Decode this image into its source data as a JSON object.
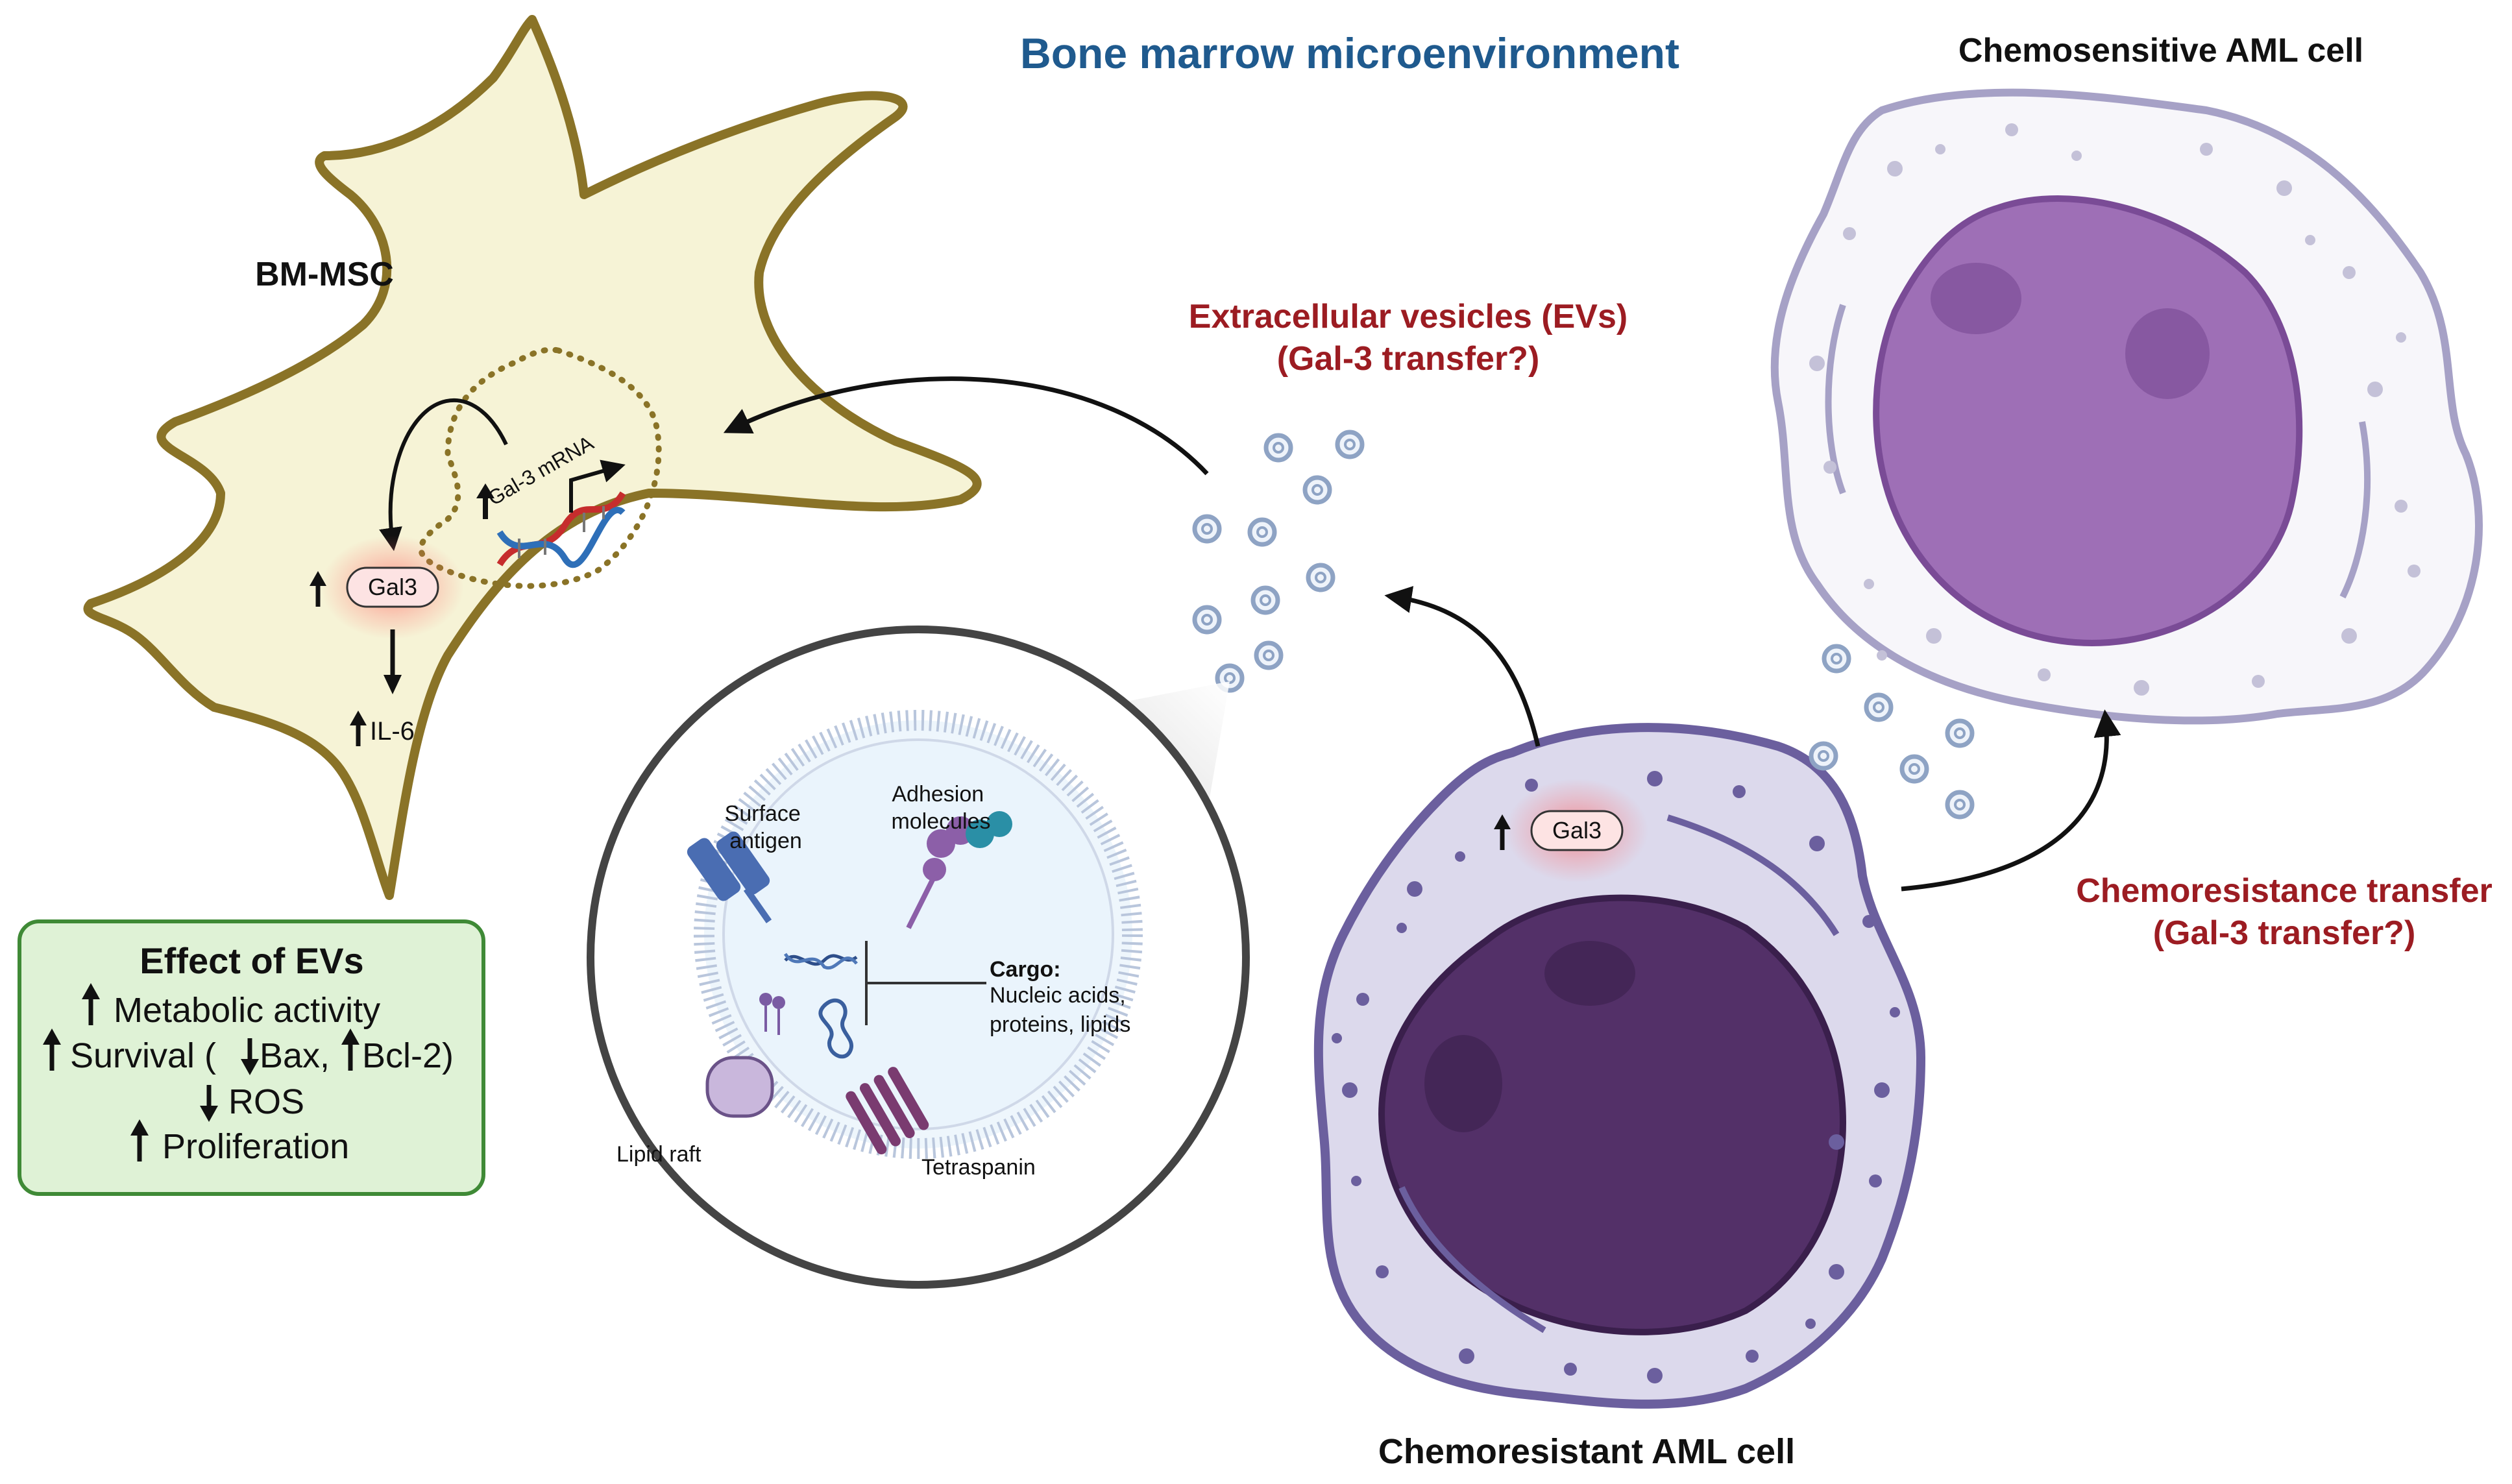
{
  "title": "Bone marrow microenvironment",
  "cells": {
    "msc": "BM-MSC",
    "sensitive": "Chemosensitive AML cell",
    "resistant": "Chemoresistant AML cell"
  },
  "msc_labels": {
    "mrna": "Gal-3 mRNA",
    "gal3": "Gal3",
    "il6": "IL-6"
  },
  "resistant_labels": {
    "gal3": "Gal3"
  },
  "evs": {
    "line1": "Extracellular vesicles (EVs)",
    "line2": "(Gal-3 transfer?)"
  },
  "transfer": {
    "line1": "Chemoresistance transfer",
    "line2": "(Gal-3 transfer?)"
  },
  "vesicle": {
    "surface_antigen": [
      "Surface",
      "antigen"
    ],
    "adhesion": [
      "Adhesion",
      "molecules"
    ],
    "cargo_title": "Cargo:",
    "cargo_lines": [
      "Nucleic acids,",
      "proteins, lipids"
    ],
    "lipid_raft": "Lipid raft",
    "tetraspanin": "Tetraspanin"
  },
  "effects": {
    "title": "Effect of EVs",
    "metabolic": "Metabolic activity",
    "survival_prefix": "Survival (",
    "bax": "Bax,",
    "bcl2": "Bcl-2)",
    "ros": "ROS",
    "proliferation": "Proliferation"
  },
  "colors": {
    "title_blue": "#1f5a8e",
    "accent_red": "#9c1c22",
    "msc_fill": "#f6f3d6",
    "msc_stroke": "#8a7327",
    "effect_fill": "#dff2d6",
    "effect_stroke": "#3f8a36",
    "resistant_fill": "#dcd9ec",
    "resistant_nucleus": "#533068",
    "sensitive_nucleus": "#9e6fb6"
  },
  "icons": [
    "up-arrow-icon",
    "down-arrow-icon",
    "dna-icon",
    "vesicle-icon",
    "curved-arrow-icon"
  ]
}
